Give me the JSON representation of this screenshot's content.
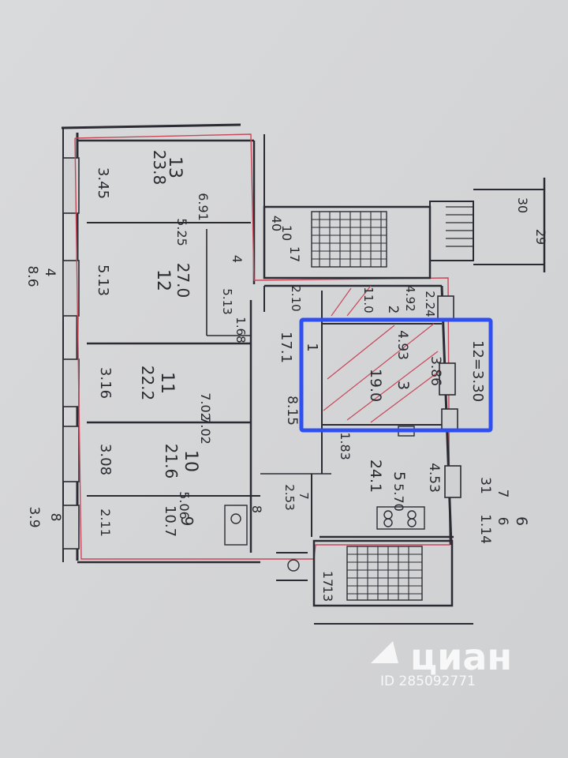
{
  "plan": {
    "highlight_total": "12=3.30",
    "labels": {
      "room13_no": "13",
      "room13_area": "23.8",
      "room13_w": "3.45",
      "room13_l": "6.91",
      "room12_no": "12",
      "room12_area": "27.0",
      "room12_w": "5.13",
      "room12_l": "5.25",
      "room12_closet_no": "4",
      "room12_closet_d": "5.13",
      "room12_closet_w": "1.68",
      "room11_no": "11",
      "room11_area": "22.2",
      "room11_w": "3.16",
      "room11_l": "7.02",
      "room10_no": "10",
      "room10_area": "21.6",
      "room10_w": "3.08",
      "room10_l": "7.02",
      "room9_no": "9",
      "room9_area": "10.7",
      "room9_w": "2.11",
      "room9_l": "5.06",
      "room8_no": "8",
      "hall_no": "1",
      "hall_area": "17.1",
      "hall_w": "2.10",
      "hall_l": "8.15",
      "room2_no": "2",
      "room2_area": "11.0",
      "room2_w": "4.92",
      "room2_d": "2.24",
      "room3_no": "3",
      "room3_area": "19.0",
      "room3_l": "4.93",
      "room3_w": "3.86",
      "room5_no": "5",
      "room5_area": "24.1",
      "room5_l": "5.70",
      "room5_w": "4.53",
      "room5_d": "1.83",
      "room7_no": "7",
      "room7_w": "2.53",
      "room6_no": "6",
      "stair_top_no": "10",
      "stair_top_area": "17",
      "stair_top_area2": "40",
      "room30_no": "30",
      "room30_area": "29",
      "stair_bottom_no": "17",
      "stair_bottom_area": "13",
      "left_frac_top": "4",
      "left_frac_bottom": "8.6",
      "bottom_frac_top": "8",
      "bottom_frac_bottom": "3.9",
      "right_frac_top": "7",
      "right_frac_mid": "31",
      "right_frac_right": "6",
      "right_frac_bottom": "1.14"
    },
    "watermark": {
      "logo": "циан",
      "id": "ID 285092771"
    },
    "colors": {
      "paper": "#d6d7d9",
      "line": "#2b2b33",
      "red": "#c8485a",
      "highlight": "#2f4ff0",
      "watermark": "#ffffff"
    }
  }
}
